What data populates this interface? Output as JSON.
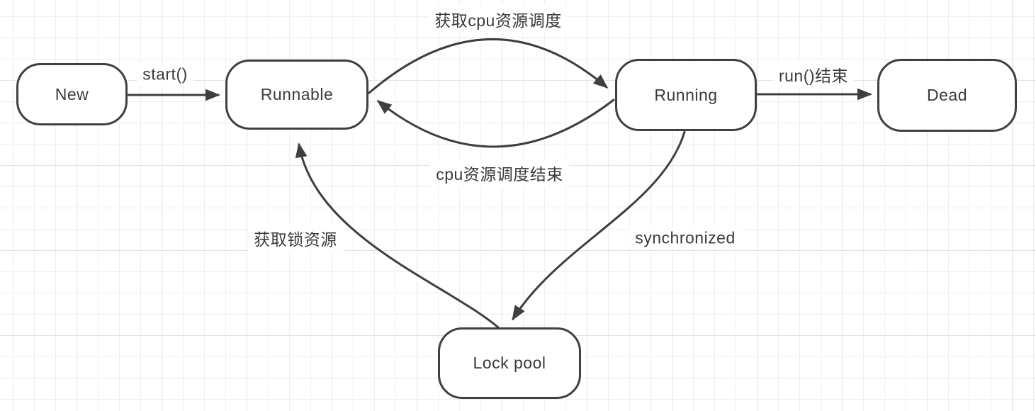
{
  "diagram": {
    "type": "state-diagram",
    "title": "thread lifecycle state diagram",
    "colors": {
      "stroke": "#3f3f3f",
      "text": "#3a3a3a",
      "node_fill": "#ffffff",
      "node_border": "#404040",
      "grid_minor": "#efefef",
      "grid_major": "#e3e3e3",
      "background": "#ffffff"
    },
    "nodes": [
      {
        "id": "new",
        "label": "New"
      },
      {
        "id": "runnable",
        "label": "Runnable"
      },
      {
        "id": "running",
        "label": "Running"
      },
      {
        "id": "dead",
        "label": "Dead"
      },
      {
        "id": "lock-pool",
        "label": "Lock pool"
      }
    ],
    "edges": [
      {
        "from": "new",
        "to": "runnable",
        "label": "start()"
      },
      {
        "from": "runnable",
        "to": "running",
        "label": "获取cpu资源调度"
      },
      {
        "from": "running",
        "to": "runnable",
        "label": "cpu资源调度结束"
      },
      {
        "from": "running",
        "to": "dead",
        "label": "run()结束"
      },
      {
        "from": "running",
        "to": "lock-pool",
        "label": "synchronized"
      },
      {
        "from": "lock-pool",
        "to": "runnable",
        "label": "获取锁资源"
      }
    ]
  }
}
